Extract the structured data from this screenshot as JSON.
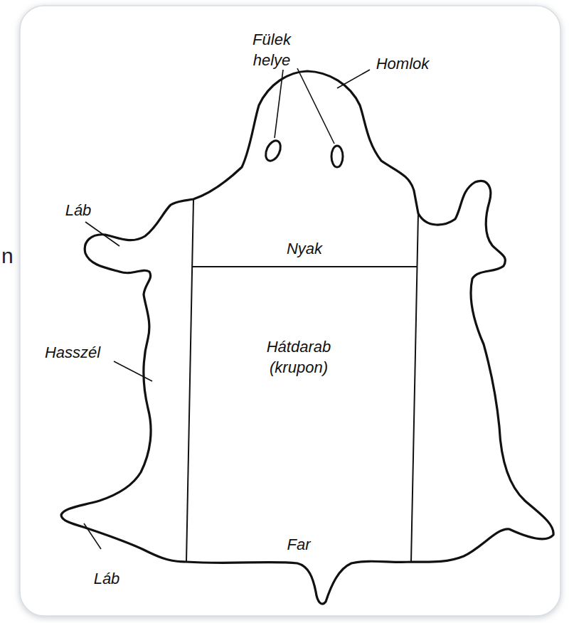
{
  "diagram": {
    "labels": [
      "Fülek helye",
      "Homlok",
      "Láb",
      "n",
      "Nyak",
      "Hasszél",
      "Hátdarab (krupon)",
      "Far",
      "Láb"
    ]
  }
}
